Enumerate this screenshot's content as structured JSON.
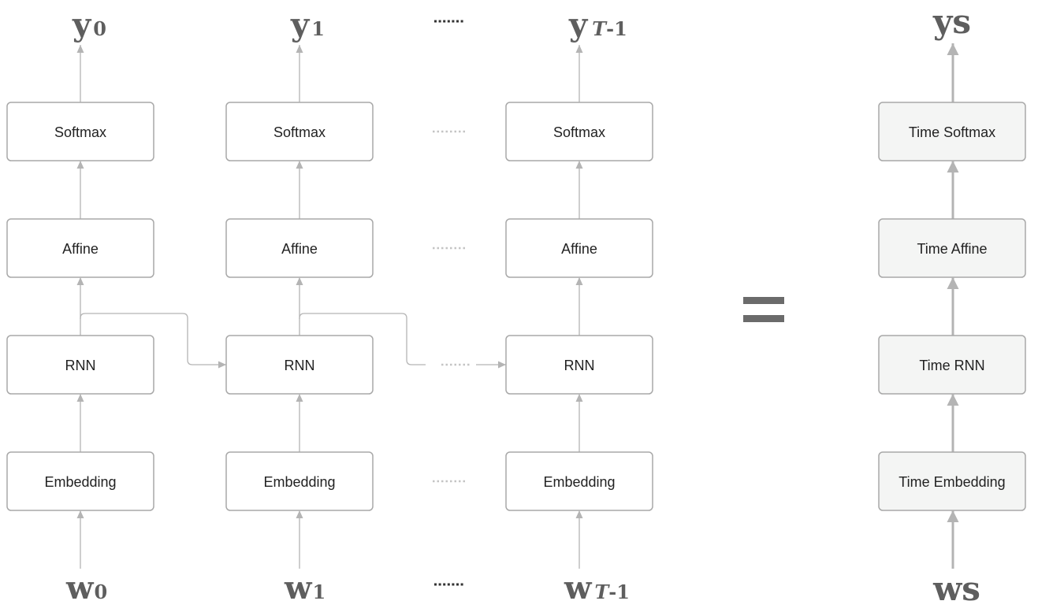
{
  "unrolled": {
    "columns": [
      {
        "output": {
          "base": "y",
          "sub": "0"
        },
        "input": {
          "base": "w",
          "sub": "0"
        },
        "layers": [
          "Softmax",
          "Affine",
          "RNN",
          "Embedding"
        ]
      },
      {
        "output": {
          "base": "y",
          "sub": "1"
        },
        "input": {
          "base": "w",
          "sub": "1"
        },
        "layers": [
          "Softmax",
          "Affine",
          "RNN",
          "Embedding"
        ]
      },
      {
        "output": {
          "base": "y",
          "sub_italic": "T",
          "sub": "-1"
        },
        "input": {
          "base": "w",
          "sub_italic": "T",
          "sub": "-1"
        },
        "layers": [
          "Softmax",
          "Affine",
          "RNN",
          "Embedding"
        ]
      }
    ],
    "ellipsis": "……"
  },
  "equals": "=",
  "time_stack": {
    "output": "ys",
    "input": "ws",
    "layers": [
      "Time Softmax",
      "Time Affine",
      "Time RNN",
      "Time Embedding"
    ]
  },
  "colors": {
    "box_border": "#a8a8a8",
    "time_box_fill": "#f4f5f4",
    "arrow": "#b4b4b4",
    "variable_text": "#5e5e5e"
  }
}
